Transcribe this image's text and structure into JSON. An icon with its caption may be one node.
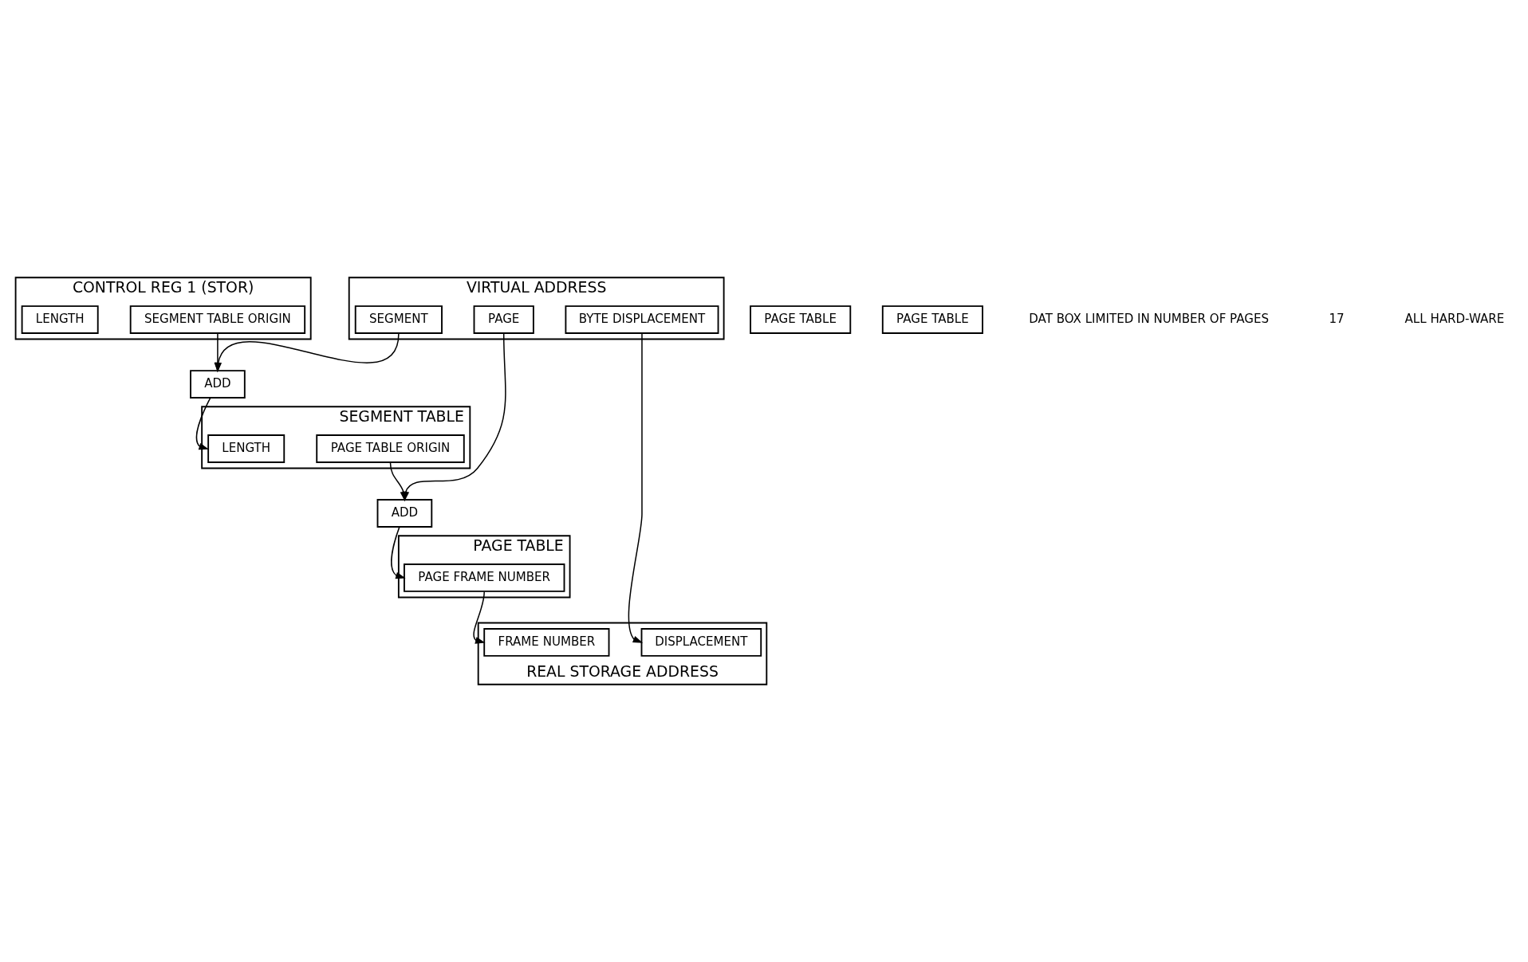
{
  "diagram": {
    "nodes": [
      {
        "text": [
          "CONTROL REG 1 (STOR)"
        ]
      },
      {
        "text": [
          "LENGTH"
        ],
        "in": 0
      },
      {
        "text": [
          "SEGMENT TABLE ORIGIN"
        ],
        "in": 0
      },
      {
        "text": [
          "VIRTUAL ADDRESS"
        ]
      },
      {
        "text": [
          "SEGMENT"
        ],
        "in": 3
      },
      {
        "text": [
          "PAGE"
        ],
        "in": 3
      },
      {
        "text": [
          "BYTE DISPLACEMENT"
        ],
        "in": 3
      },
      {
        "text": [
          "ADD"
        ]
      },
      {
        "text": [
          "ADD"
        ]
      },
      {
        "text": [
          "SEGMENT TABLE"
        ]
      },
      {
        "text": [
          "LENGTH"
        ],
        "in": 9
      },
      {
        "text": [
          "PAGE TABLE ORIGIN"
        ],
        "in": 9
      },
      {
        "text": [
          "PAGE TABLE"
        ]
      },
      {
        "text": [
          "PAGE FRAME NUMBER"
        ],
        "in": 12
      },
      {
        "text": [
          "PAGE TABLE"
        ]
      },
      {
        "text": [
          "PAGE TABLE"
        ]
      },
      {
        "text": [
          "REAL STORAGE ADDRESS"
        ]
      },
      {
        "text": [
          "FRAME NUMBER"
        ],
        "in": 16
      },
      {
        "text": [
          "DISPLACEMENT"
        ],
        "in": 16
      }
    ],
    "edges": [
      {
        "from": 2,
        "to": 7,
        "arrow": "to"
      },
      {
        "from": 4,
        "to": 7,
        "arrow": "to"
      },
      {
        "from": 7,
        "to": 10,
        "arrow": "to"
      },
      {
        "from": 5,
        "to": 8,
        "arrow": "to"
      },
      {
        "from": 11,
        "to": 8,
        "arrow": "to"
      },
      {
        "from": 8,
        "to": 13,
        "arrow": "to"
      },
      {
        "from": 13,
        "to": 17,
        "arrow": "to"
      },
      {
        "from": 6,
        "to": 18,
        "arrow": "to"
      }
    ],
    "labels": [
      "DAT BOX LIMITED IN NUMBER OF PAGES",
      "17",
      "ALL HARD-WARE"
    ]
  }
}
